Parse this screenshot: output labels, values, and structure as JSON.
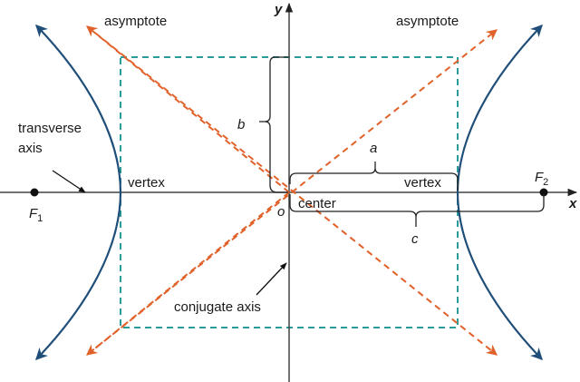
{
  "diagram": {
    "type": "hyperbola",
    "colors": {
      "curve": "#1f4e79",
      "asymptote": "#e0622a",
      "box": "#2a9d9a",
      "axis": "#333333",
      "text": "#1a1a1a"
    },
    "labels": {
      "asymptote_left": "asymptote",
      "asymptote_right": "asymptote",
      "transverse_line1": "transverse",
      "transverse_line2": "axis",
      "vertex_left": "vertex",
      "vertex_right": "vertex",
      "center": "center",
      "origin": "o",
      "conjugate_axis": "conjugate axis",
      "b": "b",
      "a": "a",
      "c": "c",
      "x_axis": "x",
      "y_axis": "y",
      "focus1": "F",
      "focus1_sub": "1",
      "focus2": "F",
      "focus2_sub": "2"
    }
  }
}
